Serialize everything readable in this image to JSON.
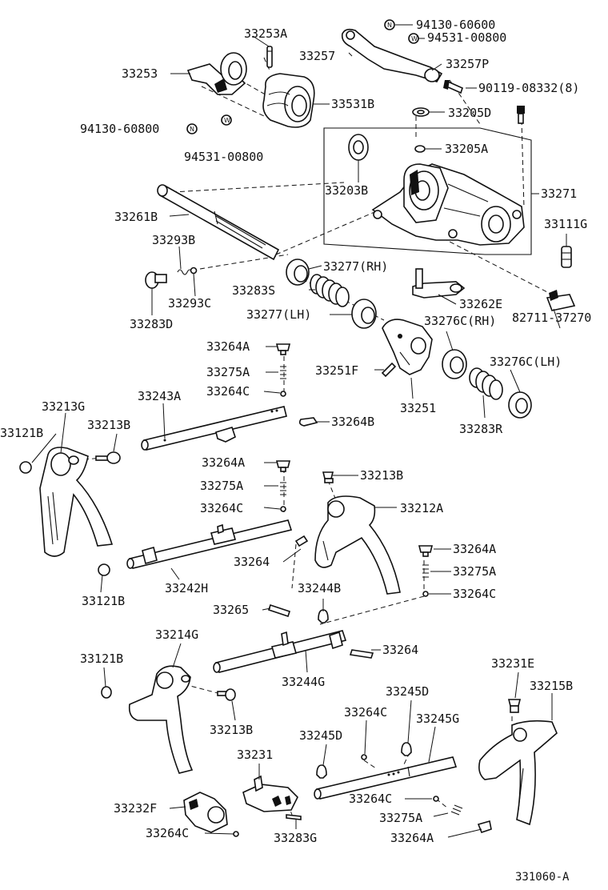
{
  "labels": {
    "p33253A": "33253A",
    "p94130_60600": "94130-60600",
    "p94531_00800a": "94531-00800",
    "p33257": "33257",
    "p33253": "33253",
    "p33257P": "33257P",
    "p90119": "90119-08332(8)",
    "p33531B": "33531B",
    "p94130_60800": "94130-60800",
    "p94531_00800b": "94531-00800",
    "p33205D": "33205D",
    "p33205A": "33205A",
    "p33203B": "33203B",
    "p33271": "33271",
    "p33261B": "33261B",
    "p33111G": "33111G",
    "p33293B": "33293B",
    "p33277RH": "33277(RH)",
    "p33283S": "33283S",
    "p33293C": "33293C",
    "p33277LH": "33277(LH)",
    "p33262E": "33262E",
    "p33283D": "33283D",
    "p82711": "82711-37270",
    "p33276CRH": "33276C(RH)",
    "p33264A_1": "33264A",
    "p33276CLH": "33276C(LH)",
    "p33275A_1": "33275A",
    "p33251F": "33251F",
    "p33264C_1": "33264C",
    "p33213G": "33213G",
    "p33243A": "33243A",
    "p33251": "33251",
    "p33121B_1": "33121B",
    "p33213B_1": "33213B",
    "p33264B": "33264B",
    "p33283R": "33283R",
    "p33264A_2": "33264A",
    "p33213B_2": "33213B",
    "p33275A_2": "33275A",
    "p33264C_2": "33264C",
    "p33212A": "33212A",
    "p33264A_3": "33264A",
    "p33264_1": "33264",
    "p33275A_3": "33275A",
    "p33242H": "33242H",
    "p33244B": "33244B",
    "p33264C_3": "33264C",
    "p33121B_2": "33121B",
    "p33265": "33265",
    "p33214G": "33214G",
    "p33264_2": "33264",
    "p33231E": "33231E",
    "p33121B_3": "33121B",
    "p33244G": "33244G",
    "p33215B": "33215B",
    "p33245D_1": "33245D",
    "p33264C_4": "33264C",
    "p33245G": "33245G",
    "p33213B_3": "33213B",
    "p33245D_2": "33245D",
    "p33231": "33231",
    "p33232F": "33232F",
    "p33264C_5": "33264C",
    "p33275A_4": "33275A",
    "p33264C_6": "33264C",
    "p33283G": "33283G",
    "p33264A_4": "33264A"
  },
  "washer_marks": {
    "n": "N",
    "w": "W"
  },
  "figure_ref": "331060-A"
}
